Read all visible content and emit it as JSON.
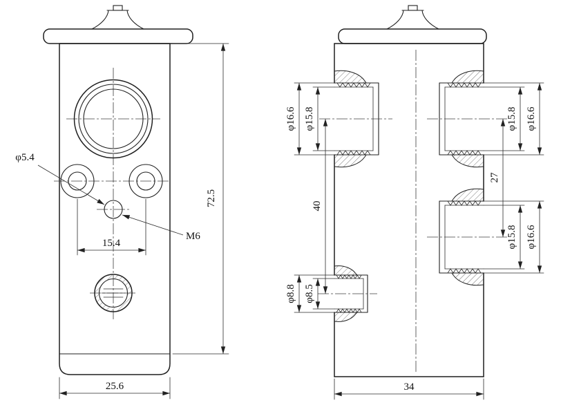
{
  "drawing": {
    "colors": {
      "line": "#1f1f1f",
      "background": "#ffffff"
    },
    "front": {
      "hole_dia": "φ5.4",
      "thread": "M6",
      "hole_spacing": "15.4",
      "height": "72.5",
      "width": "25.6"
    },
    "side": {
      "tl_outer": "φ16.6",
      "tl_inner": "φ15.8",
      "left_port_spacing": "40",
      "bl_outer": "φ8.8",
      "bl_inner": "φ8.5",
      "tr_inner": "φ15.8",
      "tr_outer": "φ16.6",
      "right_port_spacing": "27",
      "br_inner": "φ15.8",
      "br_outer": "φ16.6",
      "depth": "34"
    }
  }
}
